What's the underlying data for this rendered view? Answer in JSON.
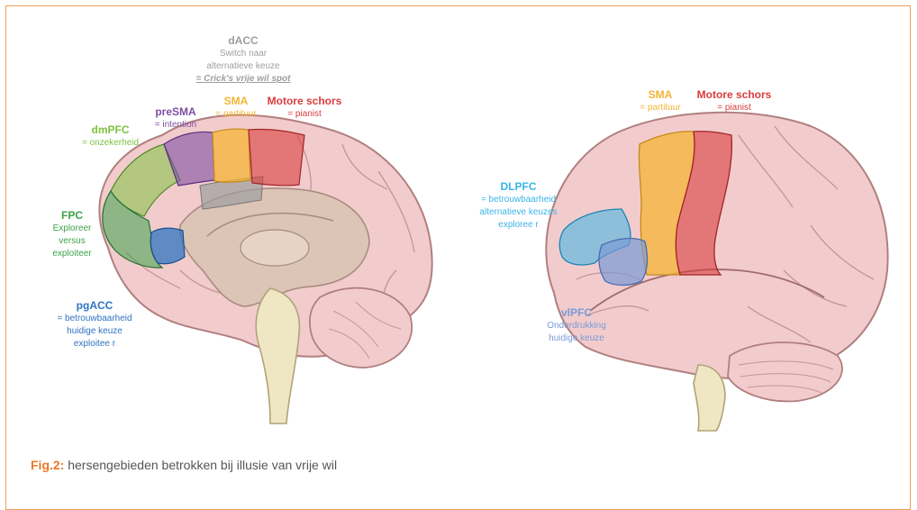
{
  "colors": {
    "frame": "#f0a05a",
    "caption_accent": "#e8782a",
    "brain_fill": "#f2cccd",
    "brain_stroke": "#b07f7f",
    "inner_fill": "#dcc4b6",
    "stem_fill": "#efe6c4",
    "dACC": "#9e9e9e",
    "dmPFC": "#7fc241",
    "preSMA": "#7e4fa3",
    "SMA": "#f4b434",
    "motor": "#d93c3c",
    "FPC": "#3ca24a",
    "pgACC": "#2f74c0",
    "DLPFC": "#3cb4e6",
    "vlPFC": "#7a9ad6"
  },
  "left_brain": {
    "dACC": {
      "title": "dACC",
      "line1": "Switch naar",
      "line2": "alternatieve keuze",
      "line3": "= Crick's vrije wil spot"
    },
    "SMA": {
      "title": "SMA",
      "sub": "= partituur"
    },
    "motor": {
      "title": "Motore schors",
      "sub": "= pianist"
    },
    "preSMA": {
      "title": "preSMA",
      "sub": "= intention"
    },
    "dmPFC": {
      "title": "dmPFC",
      "sub": "= onzekerheid"
    },
    "FPC": {
      "title": "FPC",
      "line1": "Exploreer",
      "line2": "versus",
      "line3": "exploiteer"
    },
    "pgACC": {
      "title": "pgACC",
      "line1": "= betrouwbaarheid",
      "line2": "huidige keuze",
      "line3": "exploitee r"
    }
  },
  "right_brain": {
    "SMA": {
      "title": "SMA",
      "sub": "= partituur"
    },
    "motor": {
      "title": "Motore schors",
      "sub": "= pianist"
    },
    "DLPFC": {
      "title": "DLPFC",
      "line1": "= betrouwbaarheid",
      "line2": "alternatieve keuzes",
      "line3": "exploree r"
    },
    "vlPFC": {
      "title": "vlPFC",
      "line1": "Onderdrukking",
      "line2": "huidige keuze"
    }
  },
  "caption": {
    "label": "Fig.2:",
    "text": " hersengebieden betrokken bij illusie van vrije wil"
  }
}
